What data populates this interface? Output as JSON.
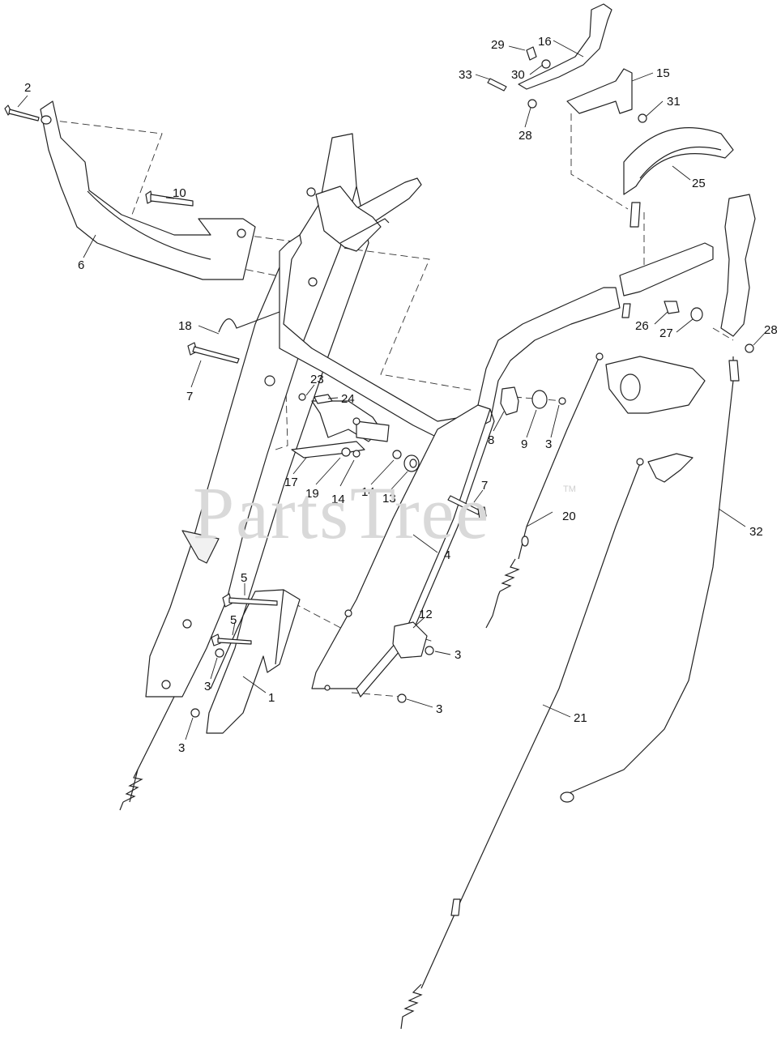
{
  "watermark": {
    "text": "PartsTree",
    "trademark": "TM"
  },
  "callouts": [
    "2",
    "10",
    "6",
    "18",
    "7",
    "23",
    "24",
    "17",
    "19",
    "14",
    "14",
    "13",
    "8",
    "9",
    "3",
    "7",
    "20",
    "4",
    "5",
    "5",
    "3",
    "1",
    "3",
    "12",
    "3",
    "3",
    "21",
    "32",
    "29",
    "16",
    "30",
    "33",
    "15",
    "31",
    "28",
    "25",
    "26",
    "27",
    "28"
  ]
}
